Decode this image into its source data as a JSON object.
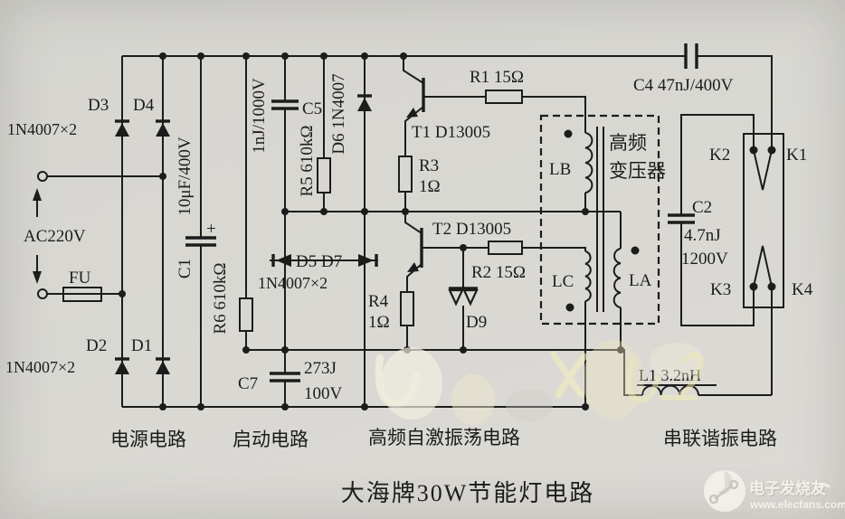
{
  "title": "大海牌30W节能灯电路",
  "sections": {
    "power": "电源电路",
    "start": "启动电路",
    "oscillator": "高频自激振荡电路",
    "resonant": "串联谐振电路"
  },
  "source": {
    "input": "AC220V",
    "fuse": "FU"
  },
  "components": {
    "d3": "D3",
    "d4": "D4",
    "d34_value": "1N4007×2",
    "d2": "D2",
    "d1": "D1",
    "d12_value": "1N4007×2",
    "c1": "C1",
    "c1_value": "10μF/400V",
    "c1_polarity": "+",
    "r6": "R6 610kΩ",
    "c5": "C5",
    "c5_value": "1nJ/1000V",
    "r5": "R5 610kΩ",
    "d6": "D6 1N4007",
    "d5d7": "D5 D7",
    "d5d7_value": "1N4007×2",
    "c7": "C7",
    "c7_value1": "273J",
    "c7_value2": "100V",
    "t1": "T1 D13005",
    "r1": "R1 15Ω",
    "r3": "R3",
    "r3_value": "1Ω",
    "t2": "T2 D13005",
    "r2": "R2 15Ω",
    "r4": "R4",
    "r4_value": "1Ω",
    "d9": "D9",
    "lb": "LB",
    "lc": "LC",
    "la": "LA",
    "transformer_line1": "高频",
    "transformer_line2": "变压器",
    "c4": "C4 47nJ/400V",
    "c2": "C2",
    "c2_value1": "4.7nJ",
    "c2_value2": "1200V",
    "k1": "K1",
    "k2": "K2",
    "k3": "K3",
    "k4": "K4",
    "l1": "L1 3.2nH"
  },
  "watermark": {
    "brand": "电子发烧友",
    "url": "www.elecfans.com"
  },
  "colors": {
    "paper": "#d8d6d1",
    "ink": "#1c1c1c",
    "watermark_white": "#f3f1ec",
    "watermark_yellow": "#efe9bd"
  }
}
